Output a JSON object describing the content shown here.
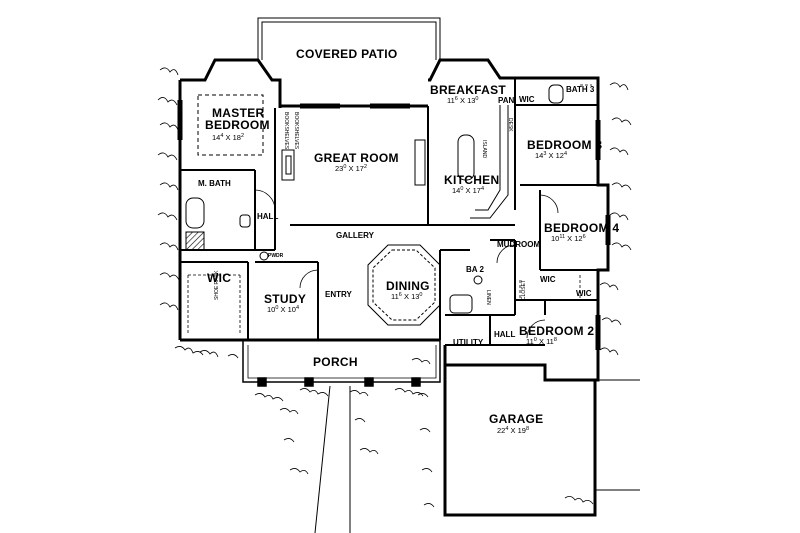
{
  "plan": {
    "rooms": {
      "covered_patio": {
        "name": "COVERED PATIO"
      },
      "master_bedroom": {
        "name_line1": "MASTER",
        "name_line2": "BEDROOM",
        "w": "14",
        "w_in": "4",
        "h": "18",
        "h_in": "2"
      },
      "breakfast": {
        "name": "BREAKFAST",
        "w": "11",
        "w_in": "6",
        "h": "13",
        "h_in": "0"
      },
      "bath3": {
        "name": "BATH 3"
      },
      "pan": {
        "name": "PAN."
      },
      "wic_top": {
        "name": "WIC"
      },
      "great_room": {
        "name": "GREAT ROOM",
        "w": "23",
        "w_in": "0",
        "h": "17",
        "h_in": "2"
      },
      "kitchen": {
        "name": "KITCHEN",
        "w": "14",
        "w_in": "0",
        "h": "17",
        "h_in": "4"
      },
      "bedroom3": {
        "name": "BEDROOM 3",
        "w": "14",
        "w_in": "3",
        "h": "12",
        "h_in": "4"
      },
      "bedroom4": {
        "name": "BEDROOM 4",
        "w": "10",
        "w_in": "11",
        "h": "12",
        "h_in": "6"
      },
      "m_bath": {
        "name": "M. BATH"
      },
      "hall_left": {
        "name": "HALL"
      },
      "gallery": {
        "name": "GALLERY"
      },
      "pwdr": {
        "name": "PWDR"
      },
      "mudroom": {
        "name": "MUDROOM"
      },
      "wic_master": {
        "name": "WIC"
      },
      "ba2": {
        "name": "BA 2"
      },
      "wic_b4": {
        "name": "WIC"
      },
      "wic_b2": {
        "name": "WIC"
      },
      "study": {
        "name": "STUDY",
        "w": "10",
        "w_in": "0",
        "h": "10",
        "h_in": "4"
      },
      "entry": {
        "name": "ENTRY"
      },
      "dining": {
        "name": "DINING",
        "w": "11",
        "w_in": "6",
        "h": "13",
        "h_in": "0"
      },
      "hall_right": {
        "name": "HALL"
      },
      "utility": {
        "name": "UTILITY"
      },
      "bedroom2": {
        "name": "BEDROOM 2",
        "w": "11",
        "w_in": "0",
        "h": "11",
        "h_in": "8"
      },
      "porch": {
        "name": "PORCH"
      },
      "garage": {
        "name": "GARAGE",
        "w": "22",
        "w_in": "4",
        "h": "19",
        "h_in": "8"
      }
    },
    "fixtures": {
      "bookshelves_left": "BOOKSHELVES",
      "bookshelves_right": "BOOKSHELVES",
      "island": "ISLAND",
      "desk": "DESK",
      "linen": "LINEN",
      "closet": "CLOSET",
      "shoe_rack": "SHOE RACK"
    },
    "separator": "X"
  }
}
